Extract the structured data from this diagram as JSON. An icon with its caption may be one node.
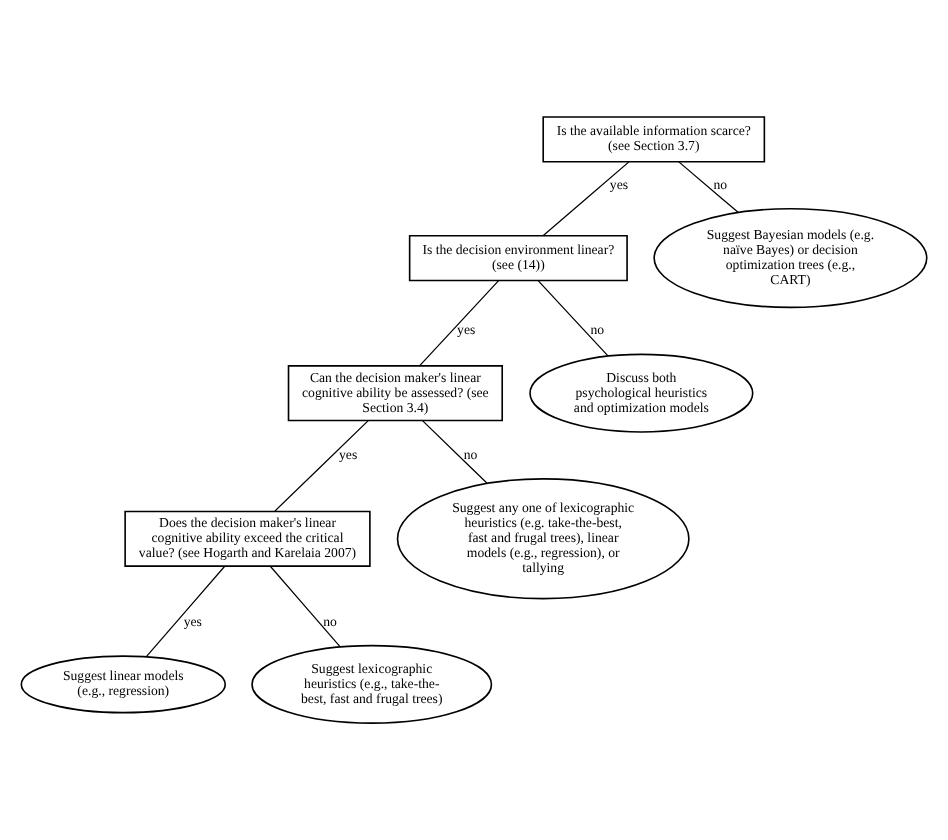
{
  "diagram": {
    "nodes": [
      {
        "text": [
          "Is the available information scarce? (see Section 3.7)"
        ]
      },
      {
        "text": [
          "Suggest Bayesian models (e.g. naïve Bayes) or decision optimization trees (e.g., CART)"
        ]
      },
      {
        "text": [
          "Is the decision environment linear? (see (14))"
        ]
      },
      {
        "text": [
          "Discuss both psychological heuristics and optimization models"
        ]
      },
      {
        "text": [
          "Can the decision maker's linear cognitive ability be assessed? (see Section 3.4)"
        ]
      },
      {
        "text": [
          "Suggest any one of lexicographic heuristics (e.g. take-the-best, fast and frugal trees), linear models (e.g., regression), or tallying"
        ]
      },
      {
        "text": [
          "Does the decision maker's linear cognitive ability exceed the critical value? (see Hogarth and Karelaia 2007)"
        ]
      },
      {
        "text": [
          "Suggest linear models (e.g., regression)"
        ]
      },
      {
        "text": [
          "Suggest lexicographic heuristics (e.g., take-the-best, fast and frugal trees)"
        ]
      }
    ],
    "edges": [
      {
        "from": 0,
        "to": 2,
        "arrow": "none",
        "label": "yes"
      },
      {
        "from": 0,
        "to": 1,
        "arrow": "none",
        "label": "no"
      },
      {
        "from": 2,
        "to": 4,
        "arrow": "none",
        "label": "yes"
      },
      {
        "from": 2,
        "to": 3,
        "arrow": "none",
        "label": "no"
      },
      {
        "from": 4,
        "to": 6,
        "arrow": "none",
        "label": "yes"
      },
      {
        "from": 4,
        "to": 5,
        "arrow": "none",
        "label": "no"
      },
      {
        "from": 6,
        "to": 7,
        "arrow": "none",
        "label": "yes"
      },
      {
        "from": 6,
        "to": 8,
        "arrow": "none",
        "label": "no"
      }
    ]
  }
}
